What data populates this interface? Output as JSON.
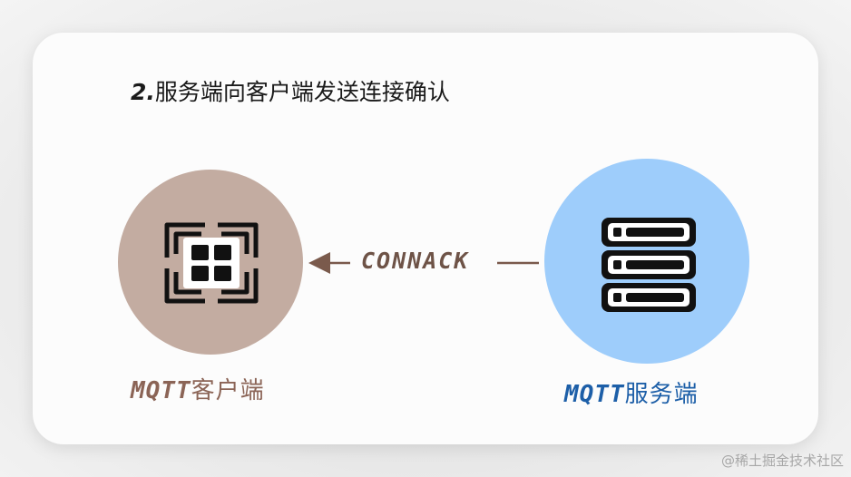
{
  "title": {
    "number": "2.",
    "text": "服务端向客户端发送连接确认"
  },
  "client": {
    "label_prefix": "MQTT",
    "label_suffix": "客户端",
    "icon": "grid-app-icon",
    "color": "#c3aca1",
    "label_color": "#8b6456"
  },
  "server": {
    "label_prefix": "MQTT",
    "label_suffix": "服务端",
    "icon": "server-rack-icon",
    "color": "#9ecdfb",
    "label_color": "#1d5fa8"
  },
  "message": {
    "label": "CONNACK",
    "direction": "server-to-client",
    "arrow_color": "#6e5347"
  },
  "watermark": "@稀土掘金技术社区"
}
